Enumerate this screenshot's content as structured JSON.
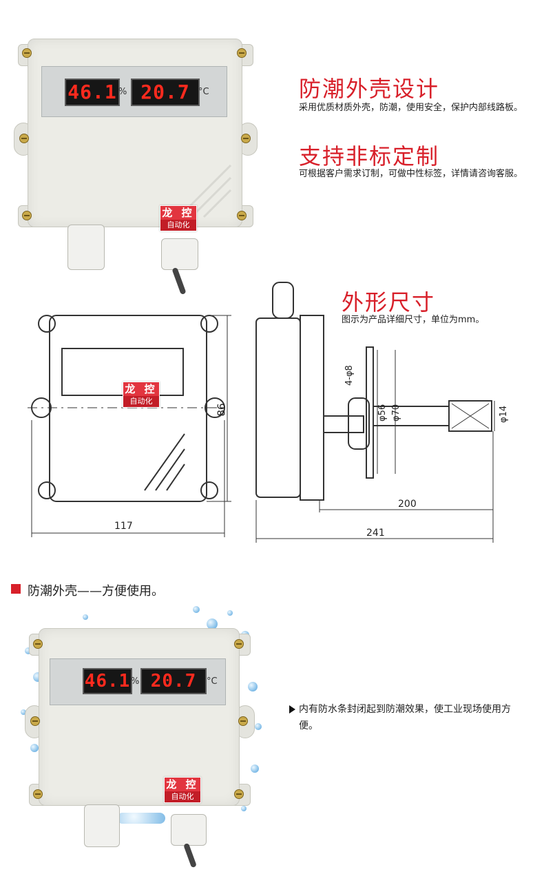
{
  "device": {
    "humidity": "46.1",
    "humidity_unit": "%",
    "temperature": "20.7",
    "temperature_unit": "°C",
    "logo_top": "龙 控",
    "logo_bottom": "自动化"
  },
  "features": [
    {
      "title": "防潮外壳设计",
      "desc": "采用优质材质外壳，防潮，使用安全，保护内部线路板。"
    },
    {
      "title": "支持非标定制",
      "desc": "可根据客户需求订制，可做中性标签，详情请咨询客服。"
    }
  ],
  "dimensions": {
    "title": "外形尺寸",
    "desc": "图示为产品详细尺寸，单位为mm。",
    "height": "86",
    "width": "117",
    "total_length": "241",
    "probe_length": "200",
    "hole": "4-φ8",
    "d56": "φ56",
    "d70": "φ70",
    "d14": "φ14"
  },
  "section": {
    "heading": "防潮外壳——方便使用。",
    "bullet": "内有防水条封闭起到防潮效果，使工业现场使用方便。"
  },
  "colors": {
    "accent": "#d8202a",
    "led": "#ff2a1e"
  }
}
